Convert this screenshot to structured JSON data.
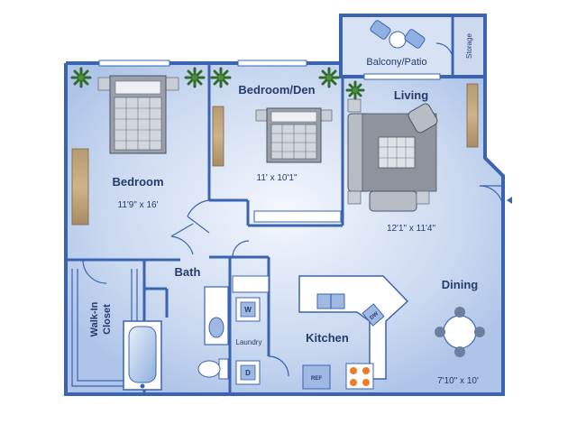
{
  "rooms": {
    "bedroom": {
      "name": "Bedroom",
      "dims": "11'9\" x 16'"
    },
    "bedroom_den": {
      "name": "Bedroom/Den",
      "dims": "11' x 10'1\""
    },
    "living": {
      "name": "Living",
      "dims": "12'1\" x 11'4\""
    },
    "balcony": {
      "name": "Balcony/Patio"
    },
    "storage": {
      "name": "Storage"
    },
    "bath": {
      "name": "Bath"
    },
    "walk_in_closet": {
      "name_line1": "Walk-In",
      "name_line2": "Closet"
    },
    "laundry": {
      "name": "Laundry"
    },
    "kitchen": {
      "name": "Kitchen"
    },
    "dining": {
      "name": "Dining",
      "dims": "7'10\" x 10'"
    }
  },
  "appliances": {
    "washer": "W",
    "dryer": "D",
    "refrigerator": "REF",
    "dishwasher": "DW"
  },
  "colors": {
    "wall": "#3a64b2",
    "floor": "#c7d6ef",
    "floor_light": "#eef3fb",
    "text": "#243c6e"
  }
}
